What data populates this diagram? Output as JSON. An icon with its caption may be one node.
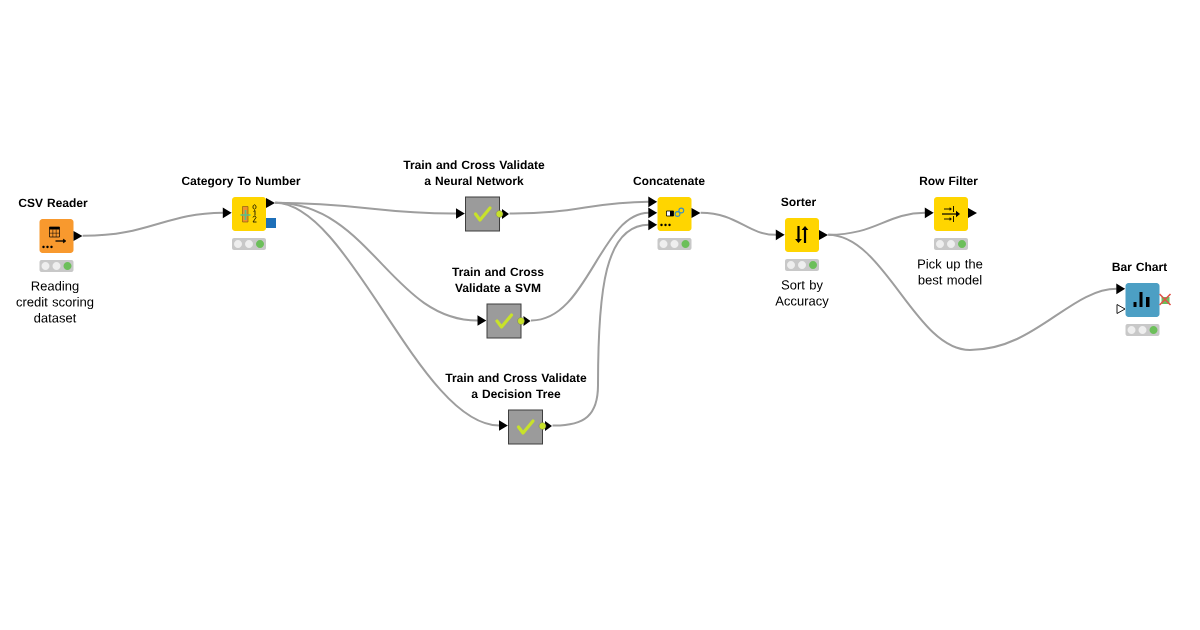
{
  "diagram": {
    "nodes": [
      {
        "text": [
          "CSV Reader"
        ],
        "beside": [
          "Reading credit scoring dataset"
        ]
      },
      {
        "text": [
          "Category To Number"
        ]
      },
      {
        "text": [
          "Train and Cross Validate a Neural Network"
        ]
      },
      {
        "text": [
          "Train and Cross Validate a SVM"
        ]
      },
      {
        "text": [
          "Train and Cross Validate a Decision Tree"
        ]
      },
      {
        "text": [
          "Concatenate"
        ]
      },
      {
        "text": [
          "Sorter"
        ],
        "beside": [
          "Sort by Accuracy"
        ]
      },
      {
        "text": [
          "Row Filter"
        ],
        "beside": [
          "Pick up the best model"
        ]
      },
      {
        "text": [
          "Bar Chart"
        ]
      }
    ],
    "edges": [
      {
        "from": 0,
        "to": 1,
        "arrow": "to"
      },
      {
        "from": 1,
        "to": 2,
        "arrow": "to"
      },
      {
        "from": 1,
        "to": 3,
        "arrow": "to"
      },
      {
        "from": 1,
        "to": 4,
        "arrow": "to"
      },
      {
        "from": 2,
        "to": 5,
        "arrow": "to"
      },
      {
        "from": 3,
        "to": 5,
        "arrow": "to"
      },
      {
        "from": 4,
        "to": 5,
        "arrow": "to"
      },
      {
        "from": 5,
        "to": 6,
        "arrow": "to"
      },
      {
        "from": 6,
        "to": 7,
        "arrow": "to"
      },
      {
        "from": 6,
        "to": 8,
        "arrow": "to"
      }
    ]
  }
}
